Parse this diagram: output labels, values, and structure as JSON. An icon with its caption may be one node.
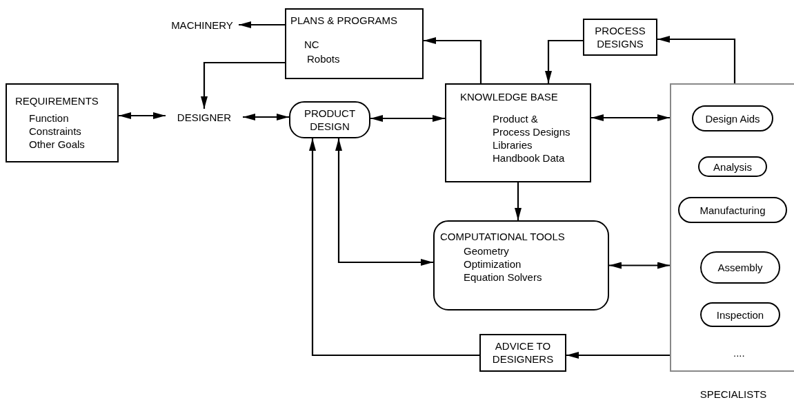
{
  "diagram": {
    "nodes": [
      {
        "text": [
          "REQUIREMENTS",
          "Function",
          "Constraints",
          "Other Goals"
        ]
      },
      {
        "text": [
          "MACHINERY"
        ]
      },
      {
        "text": [
          "PLANS & PROGRAMS",
          "NC",
          "Robots"
        ]
      },
      {
        "text": [
          "DESIGNER"
        ]
      },
      {
        "text": [
          "PRODUCT DESIGN"
        ]
      },
      {
        "text": [
          "PROCESS DESIGNS"
        ]
      },
      {
        "text": [
          "KNOWLEDGE BASE",
          "Product & Process Designs",
          "Libraries",
          "Handbook Data"
        ]
      },
      {
        "text": [
          "COMPUTATIONAL TOOLS",
          "Geometry",
          "Optimization",
          "Equation Solvers"
        ]
      },
      {
        "text": [
          "SPECIALISTS"
        ]
      },
      {
        "text": [
          "Design Aids"
        ],
        "in": 8
      },
      {
        "text": [
          "Analysis"
        ],
        "in": 8
      },
      {
        "text": [
          "Manufacturing"
        ],
        "in": 8
      },
      {
        "text": [
          "Assembly"
        ],
        "in": 8
      },
      {
        "text": [
          "Inspection"
        ],
        "in": 8
      },
      {
        "text": [
          "ADVICE TO DESIGNERS"
        ]
      }
    ],
    "edges": [
      {
        "from": 0,
        "to": 3,
        "arrow": "both"
      },
      {
        "from": 2,
        "to": 1,
        "arrow": "to"
      },
      {
        "from": 2,
        "to": 3,
        "arrow": "to"
      },
      {
        "from": 3,
        "to": 4,
        "arrow": "both"
      },
      {
        "from": 4,
        "to": 6,
        "arrow": "both"
      },
      {
        "from": 6,
        "to": 2,
        "arrow": "to"
      },
      {
        "from": 5,
        "to": 6,
        "arrow": "to"
      },
      {
        "from": 8,
        "to": 5,
        "arrow": "to"
      },
      {
        "from": 6,
        "to": 8,
        "arrow": "both"
      },
      {
        "from": 6,
        "to": 7,
        "arrow": "to"
      },
      {
        "from": 4,
        "to": 7,
        "arrow": "both"
      },
      {
        "from": 7,
        "to": 8,
        "arrow": "both"
      },
      {
        "from": 8,
        "to": 14,
        "arrow": "to"
      },
      {
        "from": 14,
        "to": 4,
        "arrow": "to"
      }
    ],
    "labels": [
      "...."
    ]
  }
}
